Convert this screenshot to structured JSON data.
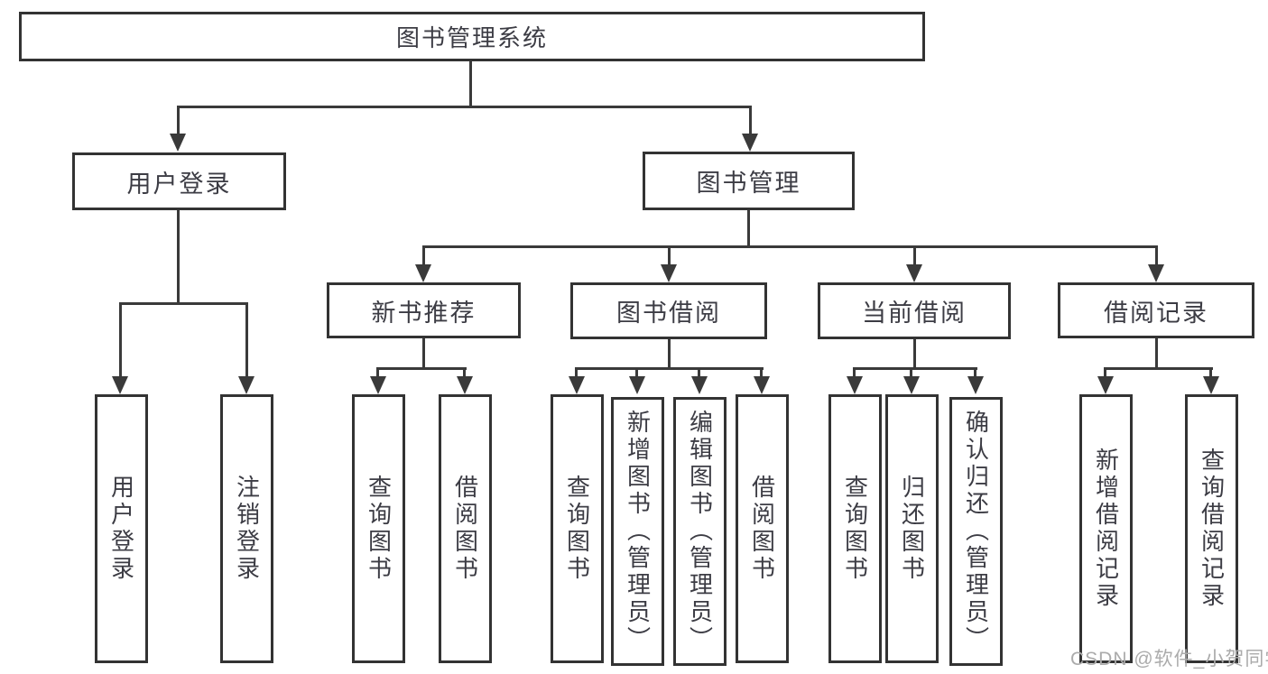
{
  "diagram": {
    "title": "图书管理系统",
    "branches": [
      {
        "label": "用户登录",
        "children": [
          "用户登录",
          "注销登录"
        ]
      },
      {
        "label": "图书管理",
        "sections": [
          {
            "label": "新书推荐",
            "children": [
              "查询图书",
              "借阅图书"
            ]
          },
          {
            "label": "图书借阅",
            "children": [
              "查询图书",
              "新增图书（管理员）",
              "编辑图书（管理员）",
              "借阅图书"
            ]
          },
          {
            "label": "当前借阅",
            "children": [
              "查询图书",
              "归还图书",
              "确认归还（管理员）"
            ]
          },
          {
            "label": "借阅记录",
            "children": [
              "新增借阅记录",
              "查询借阅记录"
            ]
          }
        ]
      }
    ],
    "colors": {
      "line": "#3a3a3a",
      "box_border": "#333333",
      "text": "#3c3c44",
      "background": "#ffffff",
      "watermark": "#ababab"
    }
  },
  "watermark": {
    "text": "CSDN @软件_小贺同学"
  }
}
